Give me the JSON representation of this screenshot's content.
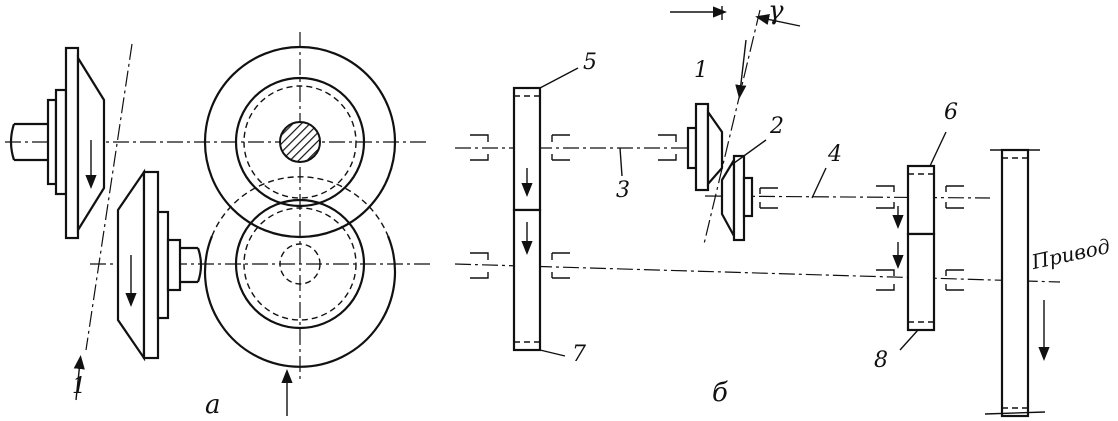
{
  "diagram": {
    "part_labels": {
      "view_a": "а",
      "view_b": "б"
    },
    "numbers": {
      "n1_left": "1",
      "n1": "1",
      "n2": "2",
      "n3": "3",
      "n4": "4",
      "n5": "5",
      "n6": "6",
      "n7": "7",
      "n8": "8"
    },
    "angle_symbol": "γ",
    "drive_label": "Привод"
  }
}
